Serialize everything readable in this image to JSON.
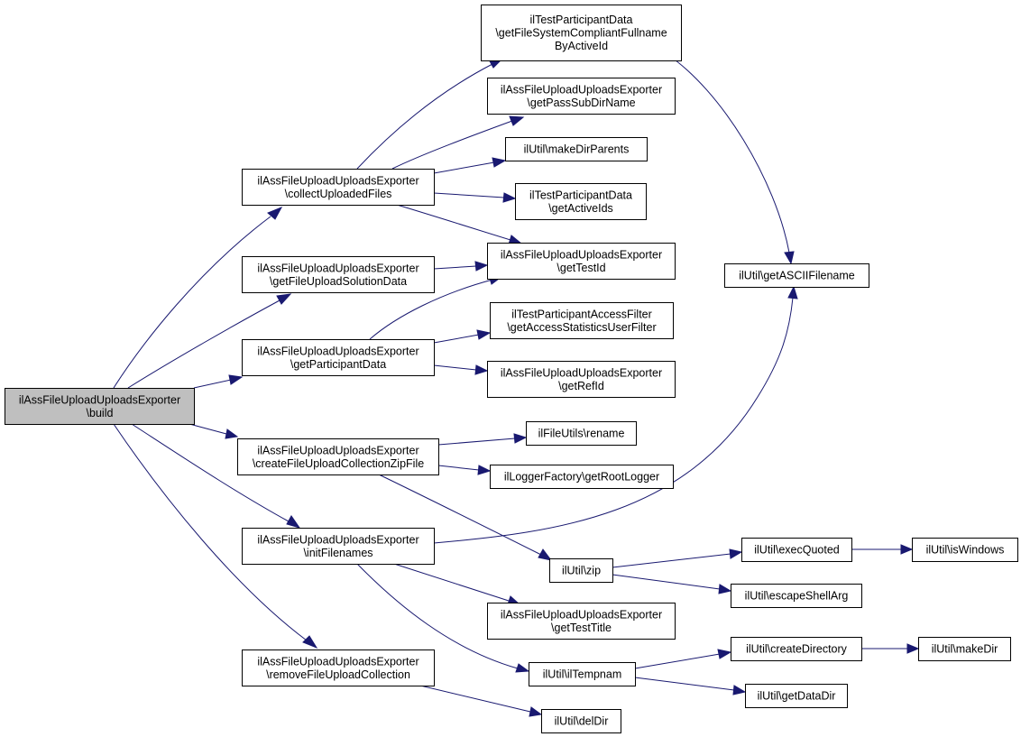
{
  "nodes": {
    "build": [
      "ilAssFileUploadUploadsExporter",
      "\\build"
    ],
    "collectUploadedFiles": [
      "ilAssFileUploadUploadsExporter",
      "\\collectUploadedFiles"
    ],
    "getFileUploadSolutionData": [
      "ilAssFileUploadUploadsExporter",
      "\\getFileUploadSolutionData"
    ],
    "getParticipantData": [
      "ilAssFileUploadUploadsExporter",
      "\\getParticipantData"
    ],
    "createFileUploadCollectionZipFile": [
      "ilAssFileUploadUploadsExporter",
      "\\createFileUploadCollectionZipFile"
    ],
    "initFilenames": [
      "ilAssFileUploadUploadsExporter",
      "\\initFilenames"
    ],
    "removeFileUploadCollection": [
      "ilAssFileUploadUploadsExporter",
      "\\removeFileUploadCollection"
    ],
    "getFileSystemCompliantFullnameByActiveId": [
      "ilTestParticipantData",
      "\\getFileSystemCompliantFullname",
      "ByActiveId"
    ],
    "getPassSubDirName": [
      "ilAssFileUploadUploadsExporter",
      "\\getPassSubDirName"
    ],
    "makeDirParents": [
      "ilUtil\\makeDirParents"
    ],
    "getActiveIds": [
      "ilTestParticipantData",
      "\\getActiveIds"
    ],
    "getTestId": [
      "ilAssFileUploadUploadsExporter",
      "\\getTestId"
    ],
    "getAccessStatisticsUserFilter": [
      "ilTestParticipantAccessFilter",
      "\\getAccessStatisticsUserFilter"
    ],
    "getRefId": [
      "ilAssFileUploadUploadsExporter",
      "\\getRefId"
    ],
    "rename": [
      "ilFileUtils\\rename"
    ],
    "getRootLogger": [
      "ilLoggerFactory\\getRootLogger"
    ],
    "zip": [
      "ilUtil\\zip"
    ],
    "getTestTitle": [
      "ilAssFileUploadUploadsExporter",
      "\\getTestTitle"
    ],
    "ilTempnam": [
      "ilUtil\\ilTempnam"
    ],
    "delDir": [
      "ilUtil\\delDir"
    ],
    "getASCIIFilename": [
      "ilUtil\\getASCIIFilename"
    ],
    "execQuoted": [
      "ilUtil\\execQuoted"
    ],
    "escapeShellArg": [
      "ilUtil\\escapeShellArg"
    ],
    "createDirectory": [
      "ilUtil\\createDirectory"
    ],
    "getDataDir": [
      "ilUtil\\getDataDir"
    ],
    "isWindows": [
      "ilUtil\\isWindows"
    ],
    "makeDir": [
      "ilUtil\\makeDir"
    ]
  },
  "edges": [
    [
      "build",
      "collectUploadedFiles"
    ],
    [
      "build",
      "getFileUploadSolutionData"
    ],
    [
      "build",
      "getParticipantData"
    ],
    [
      "build",
      "createFileUploadCollectionZipFile"
    ],
    [
      "build",
      "initFilenames"
    ],
    [
      "build",
      "removeFileUploadCollection"
    ],
    [
      "collectUploadedFiles",
      "getFileSystemCompliantFullnameByActiveId"
    ],
    [
      "collectUploadedFiles",
      "getPassSubDirName"
    ],
    [
      "collectUploadedFiles",
      "makeDirParents"
    ],
    [
      "collectUploadedFiles",
      "getActiveIds"
    ],
    [
      "collectUploadedFiles",
      "getTestId"
    ],
    [
      "getFileUploadSolutionData",
      "getTestId"
    ],
    [
      "getParticipantData",
      "getTestId"
    ],
    [
      "getParticipantData",
      "getAccessStatisticsUserFilter"
    ],
    [
      "getParticipantData",
      "getRefId"
    ],
    [
      "createFileUploadCollectionZipFile",
      "rename"
    ],
    [
      "createFileUploadCollectionZipFile",
      "getRootLogger"
    ],
    [
      "createFileUploadCollectionZipFile",
      "zip"
    ],
    [
      "initFilenames",
      "getASCIIFilename"
    ],
    [
      "initFilenames",
      "getTestTitle"
    ],
    [
      "initFilenames",
      "ilTempnam"
    ],
    [
      "removeFileUploadCollection",
      "delDir"
    ],
    [
      "getFileSystemCompliantFullnameByActiveId",
      "getASCIIFilename"
    ],
    [
      "zip",
      "execQuoted"
    ],
    [
      "zip",
      "escapeShellArg"
    ],
    [
      "execQuoted",
      "isWindows"
    ],
    [
      "ilTempnam",
      "createDirectory"
    ],
    [
      "ilTempnam",
      "getDataDir"
    ],
    [
      "createDirectory",
      "makeDir"
    ]
  ]
}
